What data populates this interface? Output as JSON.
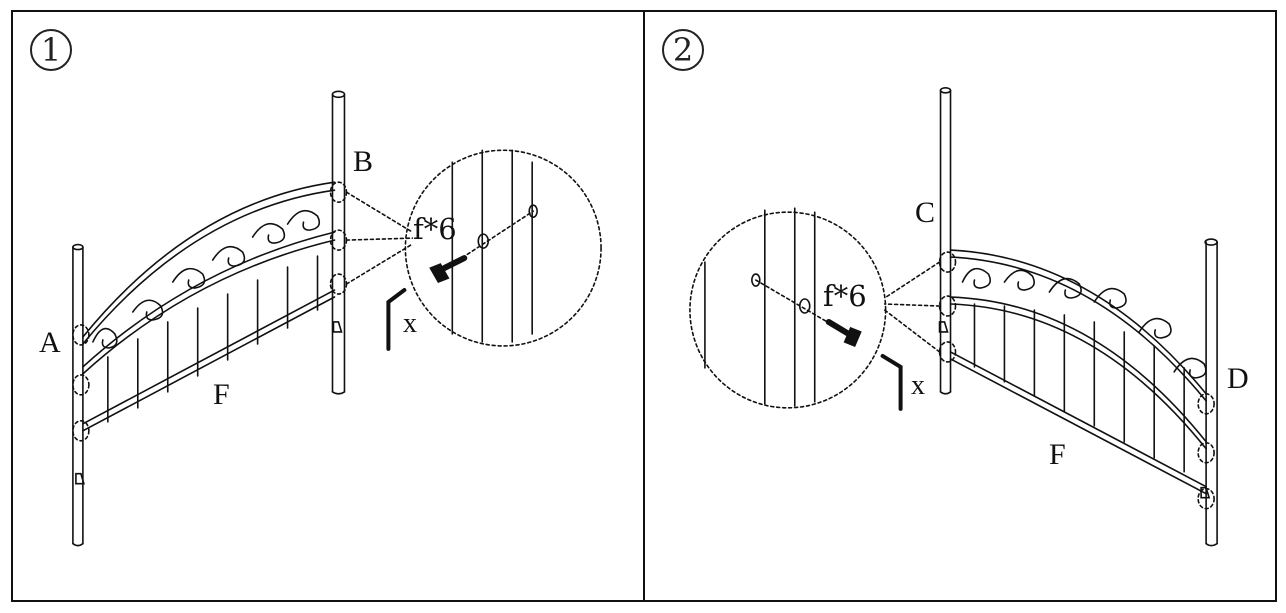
{
  "panels": [
    {
      "step": "1",
      "labels": {
        "post_left": "A",
        "post_right": "B",
        "fence": "F"
      },
      "hardware": {
        "part": "f*6",
        "tool": "x"
      }
    },
    {
      "step": "2",
      "labels": {
        "post_left": "C",
        "post_right": "D",
        "fence": "F"
      },
      "hardware": {
        "part": "f*6",
        "tool": "x"
      }
    }
  ],
  "colors": {
    "line": "#111111",
    "background": "#ffffff"
  },
  "icons": [
    "bolt-icon",
    "washer-icon",
    "allen-key-icon",
    "dashed-circle-callout"
  ]
}
